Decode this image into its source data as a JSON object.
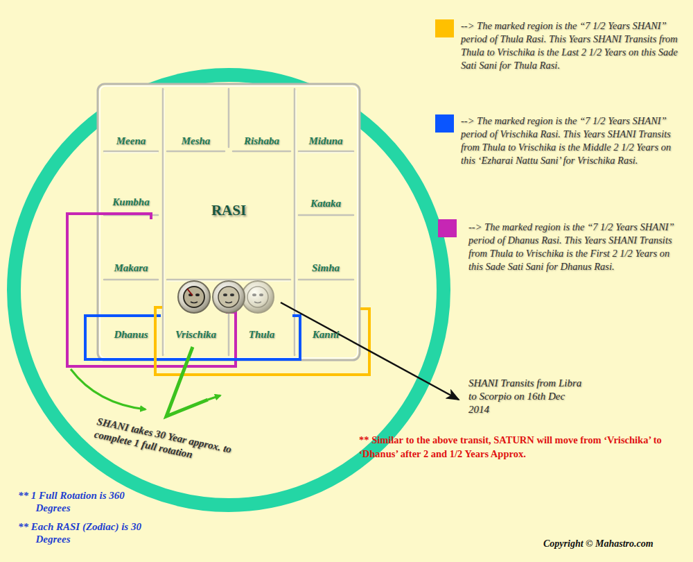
{
  "diagram": {
    "nodes": [
      {
        "text": [
          "Meena"
        ]
      },
      {
        "text": [
          "Mesha"
        ]
      },
      {
        "text": [
          "Rishaba"
        ]
      },
      {
        "text": [
          "Miduna"
        ]
      },
      {
        "text": [
          "Kumbha"
        ]
      },
      {
        "text": [
          "RASI"
        ]
      },
      {
        "text": [
          "Kataka"
        ]
      },
      {
        "text": [
          "Makara"
        ]
      },
      {
        "text": [
          "Simha"
        ]
      },
      {
        "text": [
          "Dhanus"
        ]
      },
      {
        "text": [
          "Vrischika"
        ]
      },
      {
        "text": [
          "Thula"
        ]
      },
      {
        "text": [
          "Kanni"
        ]
      }
    ],
    "labels": [
      "SHANI Transits from Libra to Scorpio on 16th Dec 2014",
      "SHANI takes 30 Year approx. to complete 1 full rotation",
      "** Similar to the above transit, SATURN will move from ‘Vrischika’ to ‘Dhanus’ after 2 and 1/2 Years Approx.",
      "** 1 Full Rotation is 360 Degrees",
      "** Each RASI (Zodiac) is 30 Degrees",
      "Copyright © Mahastro.com"
    ],
    "legend": [
      {
        "text": "--> The marked region is the “7 1/2 Years SHANI” period of Thula Rasi. This Years SHANI Transits from Thula to Vrischika is the Last 2 1/2 Years on this Sade Sati Sani for Thula Rasi.",
        "color": "#ffc000"
      },
      {
        "text": "--> The marked region is the “7 1/2 Years SHANI” period of Vrischika Rasi. This Years SHANI Transits from Thula to Vrischika is the Middle 2 1/2 Years on this ‘Ezharai Nattu Sani’ for Vrischika Rasi.",
        "color": "#0a55ff"
      },
      {
        "text": "--> The marked region is the “7 1/2 Years SHANI” period of Dhanus Rasi. This Years SHANI Transits from Thula to Vrischika is the First 2 1/2 Years on this Sade Sati Sani for Dhanus Rasi.",
        "color": "#c626b4"
      }
    ]
  }
}
